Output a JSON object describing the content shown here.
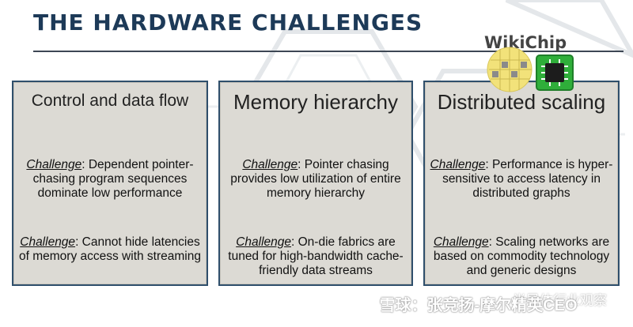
{
  "title": "THE HARDWARE CHALLENGES",
  "logo": {
    "text": "WikiChip"
  },
  "cards": [
    {
      "heading": "Control and data flow",
      "challenges": [
        {
          "label": "Challenge",
          "text": ": Dependent pointer-chasing program sequences dominate low performance"
        },
        {
          "label": "Challenge",
          "text": ": Cannot hide latencies of memory access with streaming"
        }
      ]
    },
    {
      "heading": "Memory hierarchy",
      "challenges": [
        {
          "label": "Challenge",
          "text": ": Pointer chasing provides low utilization of entire memory hierarchy"
        },
        {
          "label": "Challenge",
          "text": ": On-die fabrics are tuned for high-bandwidth cache-friendly data streams"
        }
      ]
    },
    {
      "heading": "Distributed scaling",
      "challenges": [
        {
          "label": "Challenge",
          "text": ": Performance is hyper-sensitive to access latency in distributed graphs"
        },
        {
          "label": "Challenge",
          "text": ": Scaling networks are based on commodity technology and generic designs"
        }
      ]
    }
  ],
  "watermark": {
    "primary": "雪球：张竞扬-摩尔精英CEO",
    "secondary": "半导体行业观察"
  },
  "colors": {
    "title": "#1d3a58",
    "card_bg": "#dcdad4",
    "card_border": "#2f4f6c",
    "chip_green": "#2fae3a",
    "wafer_yellow": "#f2e27a"
  }
}
